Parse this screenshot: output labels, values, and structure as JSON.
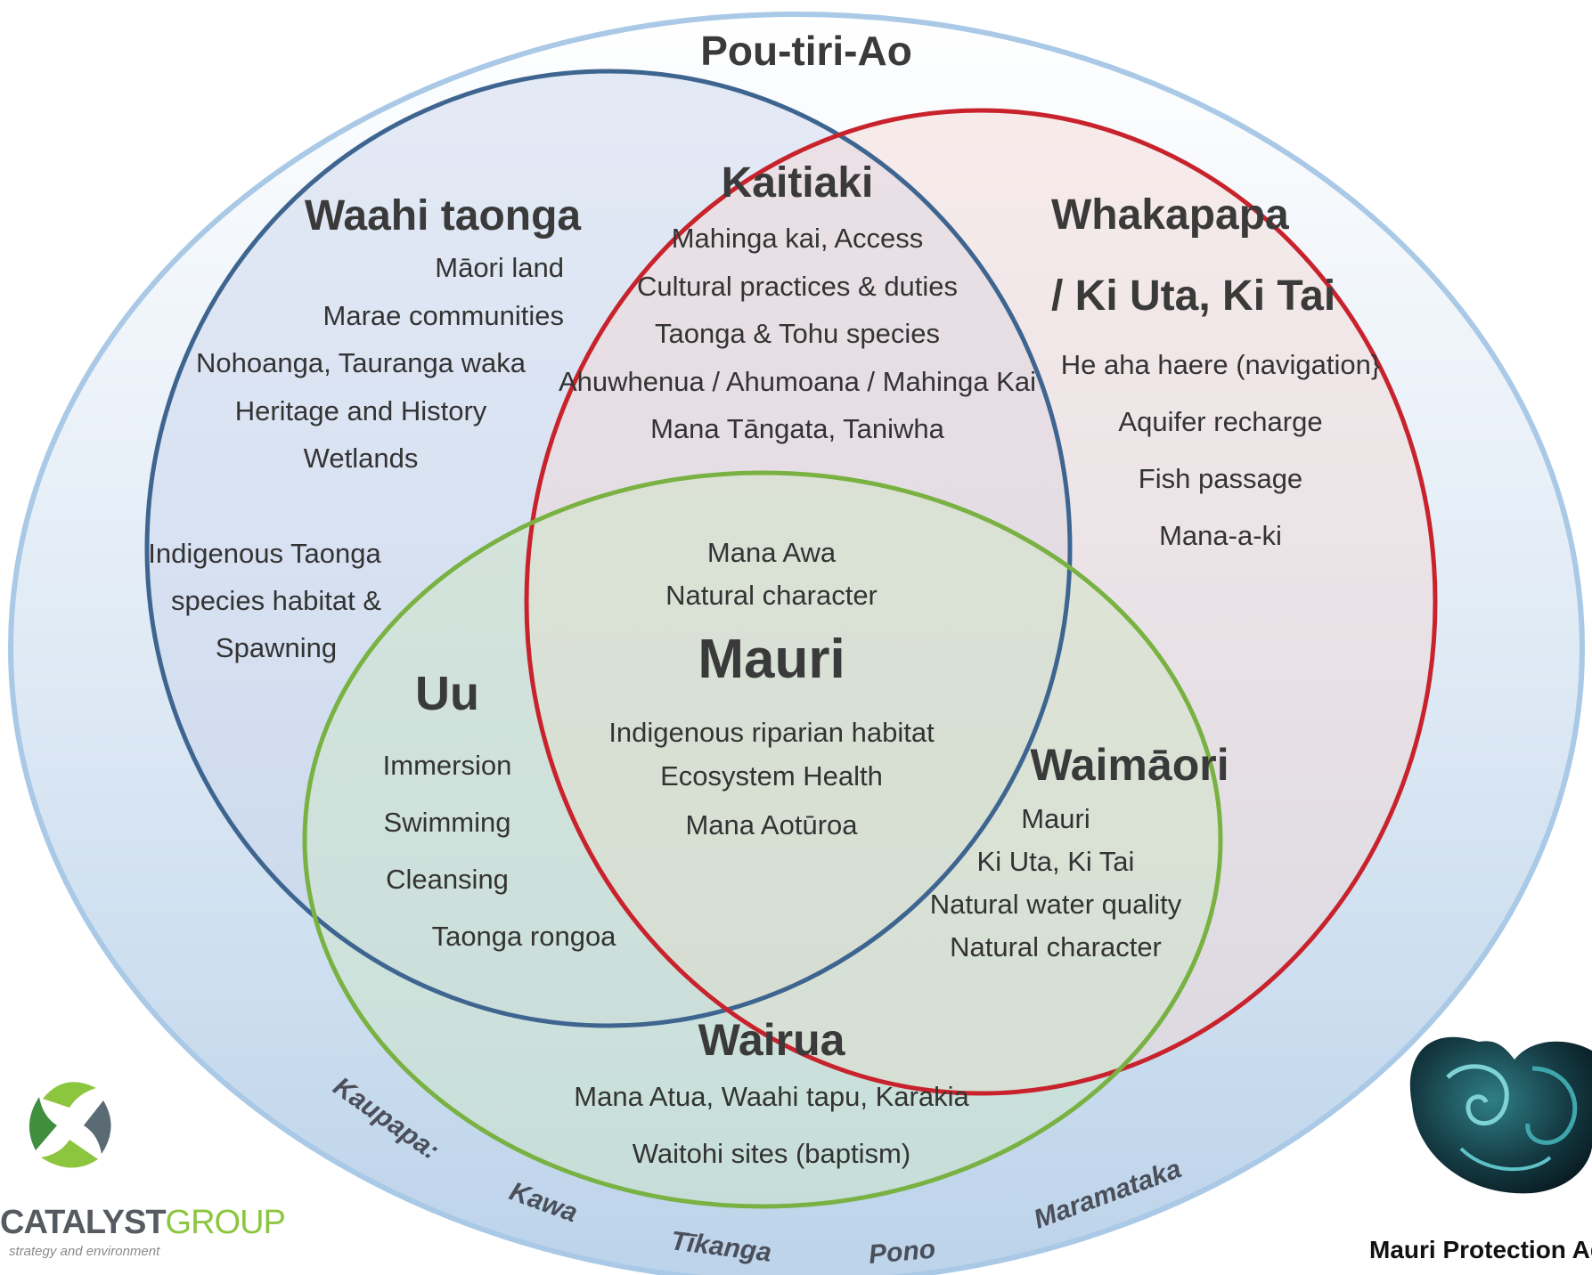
{
  "outer": {
    "title": "Pou-tiri-Ao"
  },
  "waahi_taonga": {
    "title": "Waahi taonga",
    "items": [
      "Māori land",
      "Marae  communities",
      "Nohoanga, Tauranga waka",
      "Heritage and History",
      "Wetlands"
    ],
    "habitat": [
      "Indigenous  Taonga",
      "species habitat &",
      "Spawning"
    ]
  },
  "kaitiaki": {
    "title": "Kaitiaki",
    "items": [
      "Mahinga kai, Access",
      "Cultural practices & duties",
      "Taonga  & Tohu species",
      "Ahuwhenua / Ahumoana / Mahinga Kai",
      "Mana Tāngata, Taniwha"
    ]
  },
  "whakapapa": {
    "title_line1": "Whakapapa",
    "title_line2": "/ Ki Uta, Ki Tai",
    "items": [
      "He aha haere (navigation}",
      "Aquifer recharge",
      "Fish passage",
      "Mana-a-ki"
    ]
  },
  "mauri": {
    "title": "Mauri",
    "items_top": [
      "Mana Awa",
      "Natural  character"
    ],
    "items_bottom": [
      "Indigenous  riparian habitat",
      "Ecosystem Health",
      "Mana Aotūroa"
    ]
  },
  "uu": {
    "title": "Uu",
    "items": [
      "Immersion",
      "Swimming",
      "Cleansing",
      "Taonga rongoa"
    ]
  },
  "waimaori": {
    "title": "Waimāori",
    "items": [
      "Mauri",
      "Ki Uta, Ki Tai",
      "Natural water quality",
      "Natural character"
    ]
  },
  "wairua": {
    "title": "Wairua",
    "items": [
      "Mana Atua, Waahi tapu, Karakia",
      "Waitohi sites (baptism)"
    ]
  },
  "kaupapa": [
    "Kaupapa:",
    "Kawa",
    "Tīkanga",
    "Pono",
    "Maramataka"
  ],
  "logos": {
    "catalyst_word1": "CATALYST",
    "catalyst_word2": "GROUP",
    "catalyst_tagline": "strategy and environment",
    "mauri_protection": "Mauri Protection Age"
  },
  "colors": {
    "outer_stroke": "#a9c9e6",
    "blue_circle": "#3e6590",
    "red_circle": "#c8232c",
    "green_circle": "#79b142"
  }
}
